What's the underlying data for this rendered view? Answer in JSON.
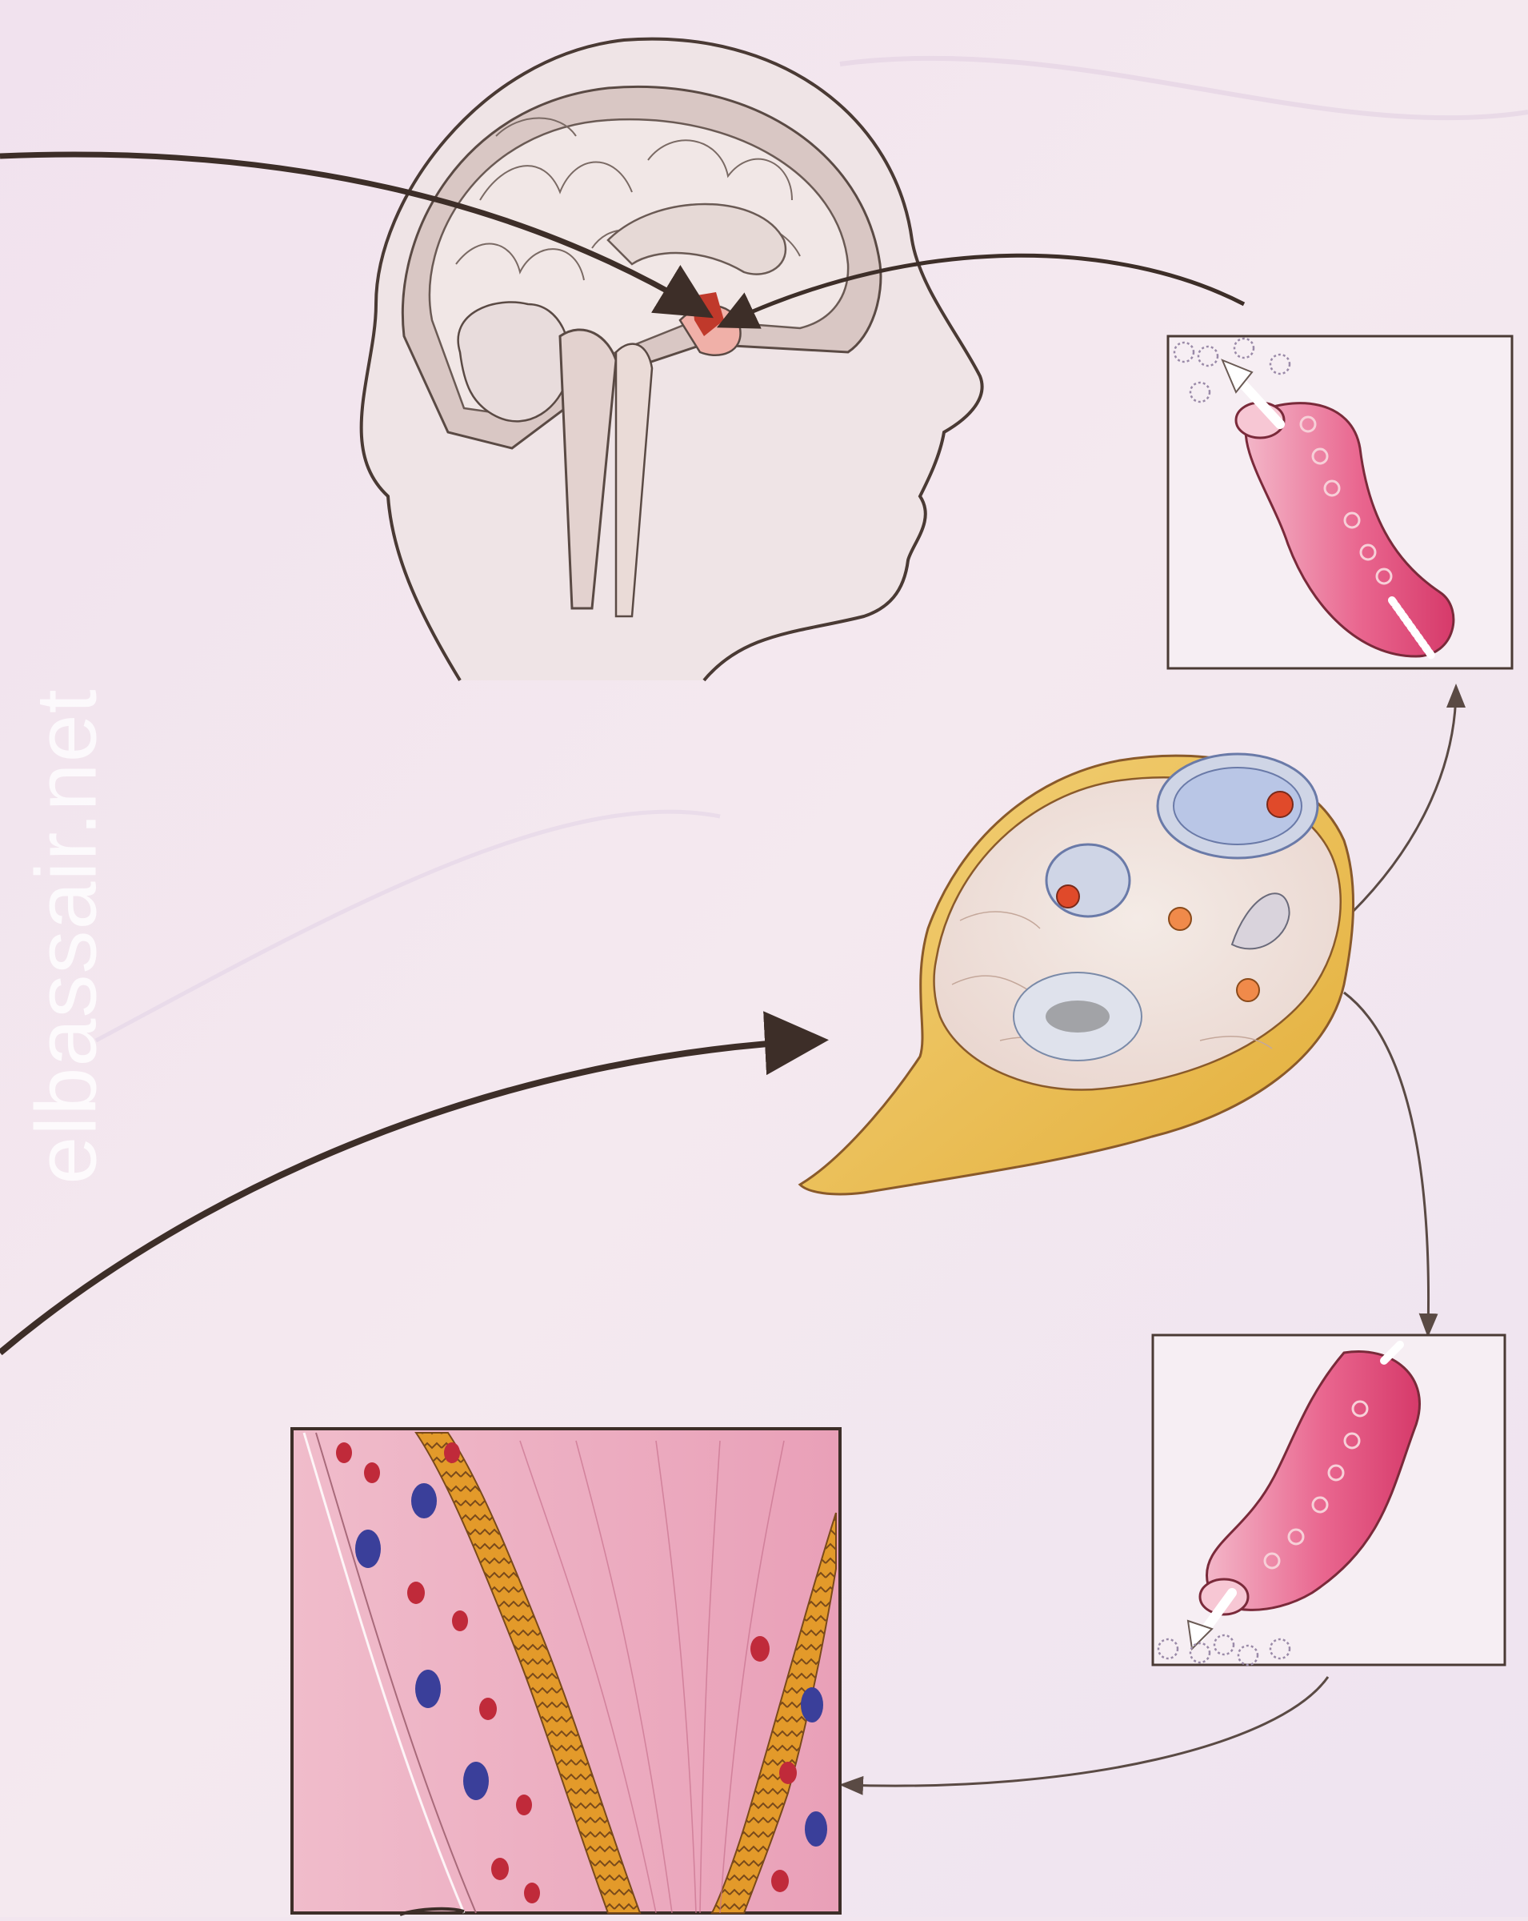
{
  "watermark": {
    "text": "elbassair.net"
  },
  "figure": {
    "head": "head-sagittal-section",
    "gland": "gland-cross-section",
    "vessels": [
      "capillary-release",
      "capillary-uptake"
    ],
    "tissue": "tissue-detail"
  },
  "colors": {
    "background": "#f2e6ef",
    "arrow": "#3d2e28",
    "outline": "#4a3a34",
    "vessel_pink": "#e0487a",
    "capsule_yellow": "#e8b84a",
    "tissue_pink": "#e9a3b8",
    "nucleus_blue": "#3a3f9a",
    "cell_red": "#c02a3a",
    "orange_band": "#e39a2a"
  }
}
